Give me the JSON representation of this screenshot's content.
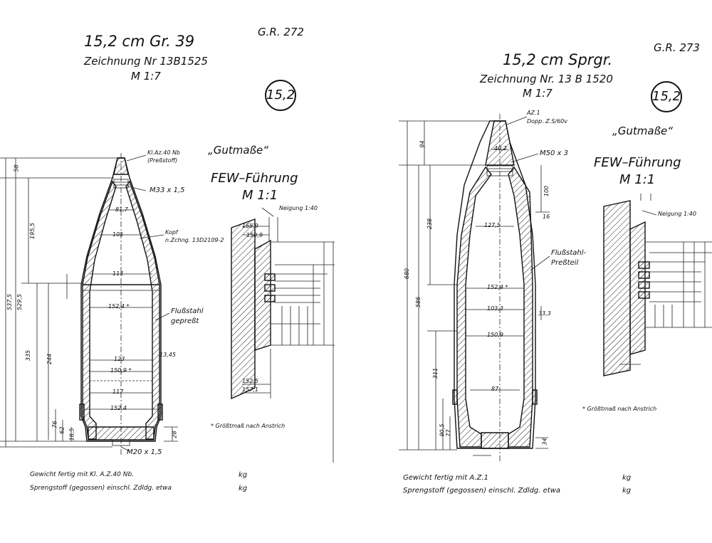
{
  "left": {
    "title": "15,2 cm Gr. 39",
    "drawing": "Zeichnung Nr 13B1525",
    "scale": "M 1:7",
    "ref": "G.R. 272",
    "seal": "15,2",
    "gutmasse": "„Gutmaße“",
    "few": "FEW–Führung",
    "few_scale": "M 1:1",
    "neigung": "Neigung 1:40",
    "callouts": {
      "fuze": "Kl.Az.40 Nb",
      "fuze2": "(Preßstoff)",
      "thread": "M33 x 1,5",
      "kopf": "Kopf",
      "kopf2": "n.Zchng. 13D2109-2",
      "material": "Flußstahl",
      "material2": "gepreßt",
      "base_thread": "M20 x 1,5",
      "note": "* Größtmaß nach Anstrich"
    },
    "dims": {
      "d1": "152,4 *",
      "d2": "123",
      "d3": "150,9 *",
      "d4": "117",
      "d5": "152,4",
      "d6": "114",
      "d7": "105",
      "d8": "81,7",
      "d9": "13,45",
      "v1": "537,5",
      "v2": "529,5",
      "v3": "195,5",
      "v4": "335",
      "v5": "244",
      "v6": "58",
      "v7": "76",
      "v8": "62",
      "v9": "18,5",
      "v10": "28",
      "r1": "155,9",
      "r2": "150,9",
      "r3": "157,1",
      "r4": "152,5"
    },
    "weight": "Gewicht fertig mit Kl. A.Z.40 Nb.",
    "charge": "Sprengstoff (gegossen) einschl. Zdldg. etwa",
    "unit1": "kg",
    "unit2": "kg"
  },
  "right": {
    "title": "15,2 cm Sprgr.",
    "drawing": "Zeichnung Nr. 13 B 1520",
    "scale": "M 1:7",
    "ref": "G.R. 273",
    "seal": "15,2",
    "gutmasse": "„Gutmaße“",
    "few": "FEW–Führung",
    "few_scale": "M 1:1",
    "neigung": "Neigung 1:40",
    "callouts": {
      "fuze": "AZ.1",
      "fuze2": "Dopp. Z.S/60v",
      "thread": "M50 x 3",
      "material": "Flußstahl-",
      "material2": "Preßteil",
      "note": "* Größtmaß nach Anstrich"
    },
    "dims": {
      "d1": "152,4 *",
      "d2": "103,3",
      "d3": "150,9",
      "d4": "87",
      "d5": "127,5",
      "d6": "40,2",
      "v1": "680",
      "v2": "586",
      "v3": "238",
      "v4": "311",
      "v5": "94",
      "v6": "100",
      "v7": "90,5",
      "v8": "77",
      "v9": "33,3",
      "v10": "16",
      "v11": "34"
    },
    "weight": "Gewicht fertig mit A.Z.1",
    "charge": "Sprengstoff (gegossen) einschl. Zdldg. etwa",
    "unit1": "kg",
    "unit2": "kg"
  }
}
